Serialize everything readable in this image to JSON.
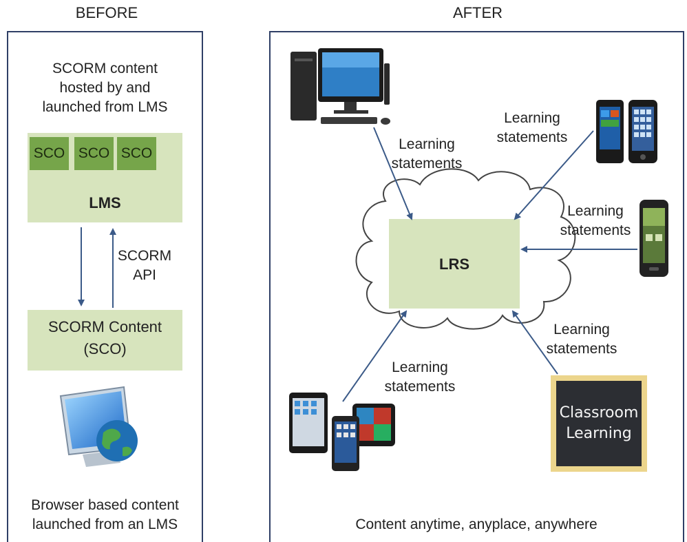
{
  "before": {
    "heading": "BEFORE",
    "hosted_line1": "SCORM content",
    "hosted_line2": "hosted by and",
    "hosted_line3": "launched from LMS",
    "sco_labels": [
      "SCO",
      "SCO",
      "SCO"
    ],
    "lms_label": "LMS",
    "api_line1": "SCORM",
    "api_line2": "API",
    "content_line1": "SCORM Content",
    "content_line2": "(SCO)",
    "footer_line1": "Browser based content",
    "footer_line2": "launched from an LMS"
  },
  "after": {
    "heading": "AFTER",
    "lrs_label": "LRS",
    "statements": [
      {
        "line1": "Learning",
        "line2": "statements"
      },
      {
        "line1": "Learning",
        "line2": "statements"
      },
      {
        "line1": "Learning",
        "line2": "statements"
      },
      {
        "line1": "Learning",
        "line2": "statements"
      },
      {
        "line1": "Learning",
        "line2": "statements"
      }
    ],
    "classroom_line1": "Classroom",
    "classroom_line2": "Learning",
    "footer": "Content anytime, anyplace, anywhere"
  },
  "colors": {
    "frame": "#2f3f66",
    "arrow": "#3b5a88",
    "box_fill": "#d7e4bd",
    "sco_fill": "#76a54a",
    "chalkboard": "#2c2e33",
    "chalk_frame": "#e8d38a"
  },
  "icons": [
    "desktop-computer-icon",
    "smartphones-icon",
    "android-phone-icon",
    "tablets-icon",
    "monitor-globe-icon",
    "chalkboard-icon",
    "cloud-icon"
  ]
}
